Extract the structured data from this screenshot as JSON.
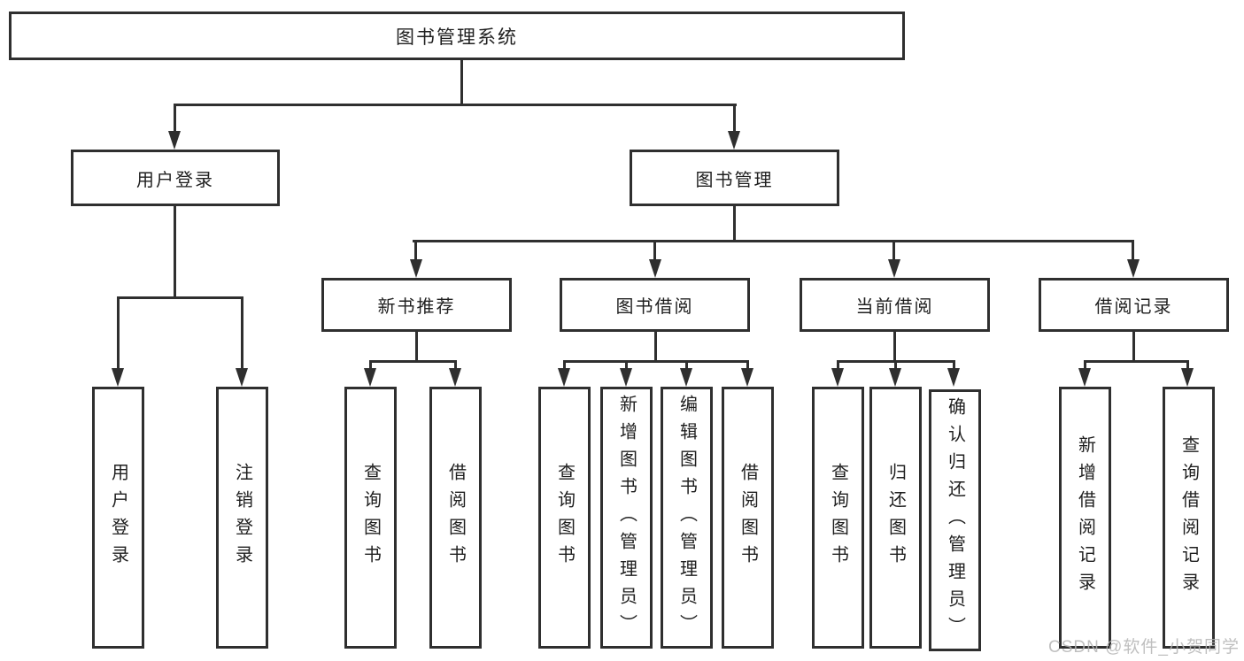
{
  "tree": {
    "label": "图书管理系统",
    "children": [
      {
        "label": "用户登录",
        "children": [
          {
            "label": "用户登录"
          },
          {
            "label": "注销登录"
          }
        ]
      },
      {
        "label": "图书管理",
        "children": [
          {
            "label": "新书推荐",
            "children": [
              {
                "label": "查询图书"
              },
              {
                "label": "借阅图书"
              }
            ]
          },
          {
            "label": "图书借阅",
            "children": [
              {
                "label": "查询图书"
              },
              {
                "label": "新增图书（管理员）"
              },
              {
                "label": "编辑图书（管理员）"
              },
              {
                "label": "借阅图书"
              }
            ]
          },
          {
            "label": "当前借阅",
            "children": [
              {
                "label": "查询图书"
              },
              {
                "label": "归还图书"
              },
              {
                "label": "确认归还（管理员）"
              }
            ]
          },
          {
            "label": "借阅记录",
            "children": [
              {
                "label": "新增借阅记录"
              },
              {
                "label": "查询借阅记录"
              }
            ]
          }
        ]
      }
    ]
  },
  "watermark": {
    "text": "CSDN @软件_小贺同学"
  },
  "colors": {
    "line": "#2f2f2f",
    "box_background": "#ffffff",
    "text": "#1f1f1f",
    "watermark": "#b5b5b5"
  }
}
